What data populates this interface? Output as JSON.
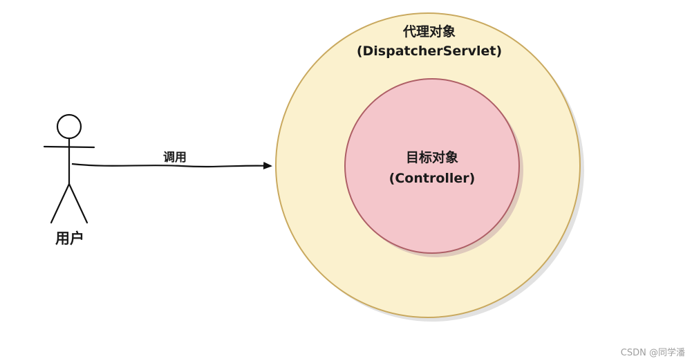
{
  "diagram": {
    "actor": {
      "label": "用户"
    },
    "arrow": {
      "label": "调用"
    },
    "outer_circle": {
      "title": "代理对象",
      "subtitle": "(DispatcherServlet)",
      "fill": "#FBF1CE",
      "stroke": "#C9A95F"
    },
    "inner_circle": {
      "title": "目标对象",
      "subtitle": "(Controller)",
      "fill": "#F4C6CB",
      "stroke": "#AE5F66"
    },
    "colors": {
      "line": "#111111",
      "shadow": "#d2d2d2"
    },
    "watermark": "CSDN @同学潘"
  }
}
